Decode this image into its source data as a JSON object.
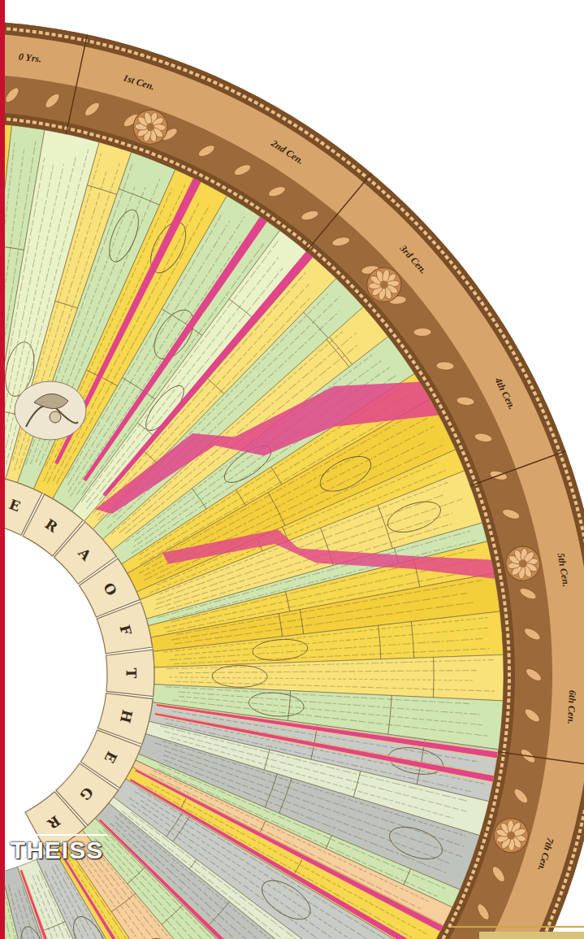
{
  "diagram": {
    "labels": [
      "0 Yrs.",
      "1st Cen.",
      "2nd Cen.",
      "3rd Cen.",
      "4th Cen.",
      "5th Cen.",
      "6th Cen.",
      "7th Cen.",
      "E",
      "R",
      "A",
      "O",
      "F",
      "T",
      "H",
      "E",
      "G",
      "R",
      "THEISS"
    ]
  }
}
